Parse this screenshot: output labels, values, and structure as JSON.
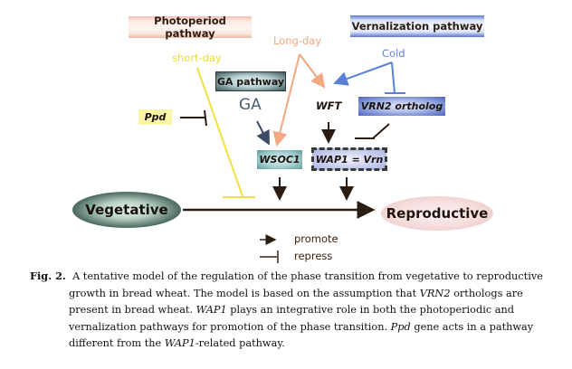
{
  "diagram": {
    "pathways": {
      "photoperiod": "Photoperiod pathway",
      "vernalization": "Vernalization pathway"
    },
    "signals": {
      "short_day": "short-day",
      "long_day": "Long-day",
      "cold": "Cold",
      "ga": "GA"
    },
    "nodes": {
      "ga_pathway": "GA pathway",
      "ppd": "Ppd",
      "wft": "WFT",
      "vrn2": "VRN2 ortholog",
      "wsoc1": "WSOC1",
      "wap1": "WAP1 = Vrn",
      "vegetative": "Vegetative",
      "reproductive": "Reproductive"
    },
    "legend": {
      "promote": "promote",
      "repress": "repress"
    },
    "colors": {
      "photoperiod": "#f0b9a4",
      "vernalization": "#5673cf",
      "short_day": "#f0e040",
      "long_day": "#f2a880",
      "cold": "#5b80d8",
      "ga_arrow": "#3c4a6a",
      "main_arrow": "#2a1c10"
    }
  },
  "caption": {
    "label": "Fig. 2.",
    "line1": "A tentative model of the regulation of the phase transition from vegetative to reproductive",
    "line2a": "growth in bread wheat.  The model is based on the assumption that ",
    "line2_italic": "VRN2",
    "line2b": " orthologs are",
    "line3a": "present in bread wheat.  ",
    "line3_italic": "WAP1",
    "line3b": " plays an integrative role in both the photoperiodic and",
    "line4a": "vernalization pathways for promotion of the phase transition.  ",
    "line4_italic": "Ppd",
    "line4b": " gene acts in a pathway",
    "line5a": "different from the ",
    "line5_italic": "WAP1",
    "line5b": "-related pathway."
  }
}
